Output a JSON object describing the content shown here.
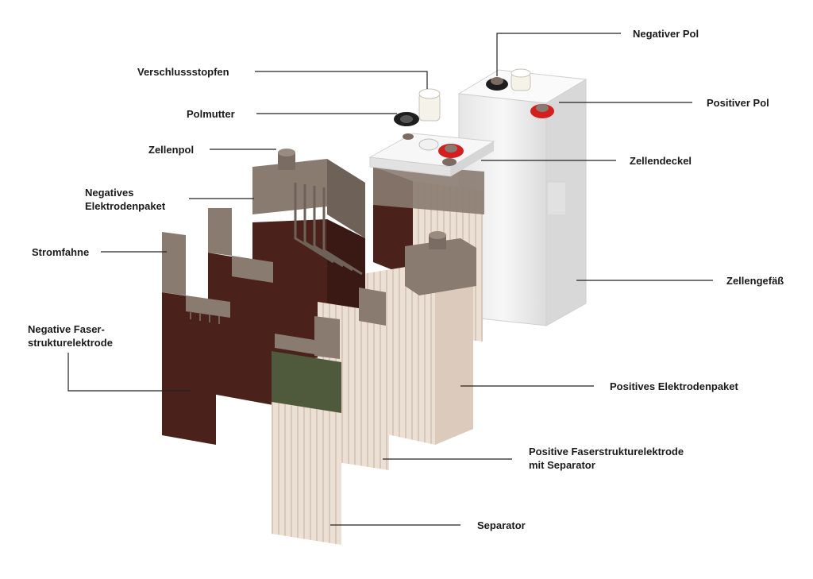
{
  "labels": {
    "verschlussstopfen": "Verschlussstopfen",
    "polmutter": "Polmutter",
    "zellenpol": "Zellenpol",
    "negatives_paket_l1": "Negatives",
    "negatives_paket_l2": "Elektrodenpaket",
    "stromfahne": "Stromfahne",
    "negative_elektrode_l1": "Negative Faser-",
    "negative_elektrode_l2": "strukturelektrode",
    "negativer_pol": "Negativer Pol",
    "positiver_pol": "Positiver Pol",
    "zellendeckel": "Zellendeckel",
    "zellengefaess": "Zellengefäß",
    "positives_paket": "Positives Elektrodenpaket",
    "positive_elektrode_l1": "Positive Faserstrukturelektrode",
    "positive_elektrode_l2": "mit Separator",
    "separator": "Separator"
  },
  "colors": {
    "negative_plate": "#4a211b",
    "negative_plate_dark": "#3a1813",
    "lead_grey": "#8a7b70",
    "lead_dark": "#6e6158",
    "positive_plate": "#e8d8cc",
    "positive_plate_shade": "#d8c6b8",
    "separator_green": "#4f5a3c",
    "container_white": "#f2f2f2",
    "red_ring": "#d41f1f",
    "black_ring": "#1e1e1e",
    "leader_line": "#222222"
  }
}
